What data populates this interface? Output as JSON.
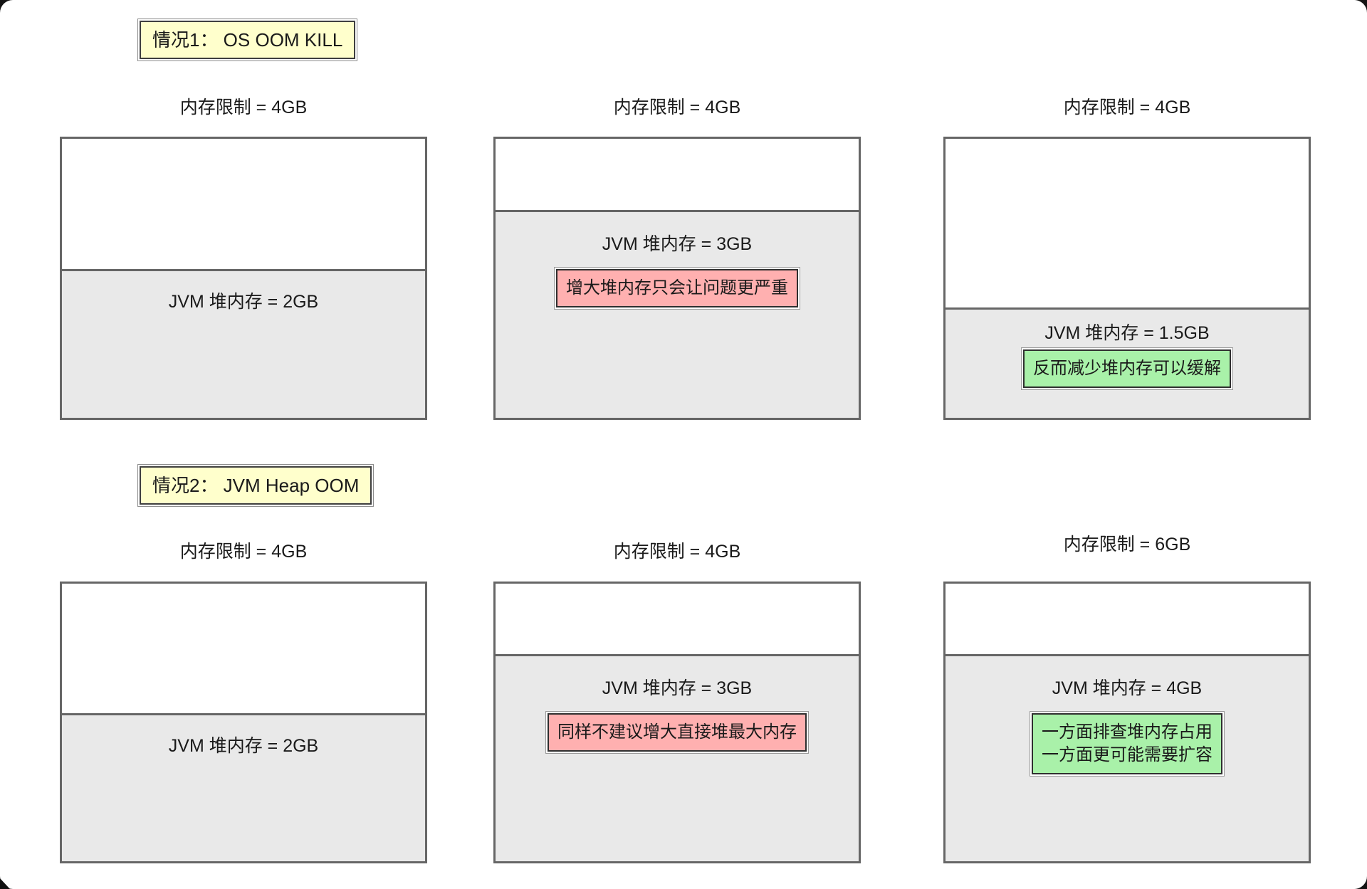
{
  "canvas": {
    "background": "#ffffff",
    "outer_background": "#141414"
  },
  "colors": {
    "note_fill": "#FFFFCC",
    "box_border": "#666666",
    "heap_fill": "#E9E9E9",
    "warning_badge_fill": "#FFB0B0",
    "positive_badge_fill": "#A9F1A9",
    "text": "#1A1A1A"
  },
  "scenario_notes": [
    {
      "label": "情况1： OS OOM KILL"
    },
    {
      "label": "情况2： JVM Heap OOM"
    }
  ],
  "diagrams": [
    {
      "title": "内存限制 = 4GB",
      "heap_label": "JVM 堆内存 = 2GB"
    },
    {
      "title": "内存限制 = 4GB",
      "heap_label": "JVM 堆内存 = 3GB",
      "badge": {
        "text": "增大堆内存只会让问题更严重",
        "type": "warning"
      }
    },
    {
      "title": "内存限制 = 4GB",
      "heap_label": "JVM 堆内存 = 1.5GB",
      "badge": {
        "text": "反而减少堆内存可以缓解",
        "type": "positive"
      }
    },
    {
      "title": "内存限制 = 4GB",
      "heap_label": "JVM 堆内存 = 2GB"
    },
    {
      "title": "内存限制 = 4GB",
      "heap_label": "JVM 堆内存 = 3GB",
      "badge": {
        "text": "同样不建议增大直接堆最大内存",
        "type": "warning"
      }
    },
    {
      "title": "内存限制 = 6GB",
      "heap_label": "JVM 堆内存 = 4GB",
      "badge": {
        "line1": "一方面排查堆内存占用",
        "line2": "一方面更可能需要扩容",
        "type": "positive"
      }
    }
  ]
}
